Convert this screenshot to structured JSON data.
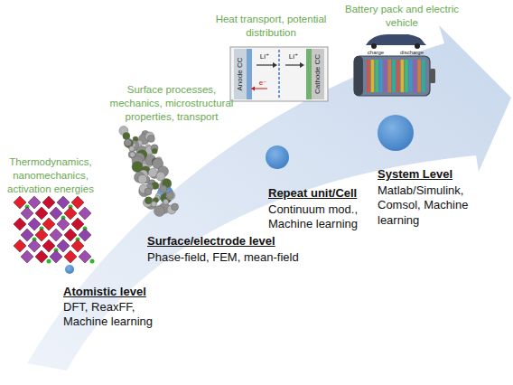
{
  "diagram": {
    "labels": [
      "Thermodynamics, nanomechanics, activation energies",
      "Atomistic level",
      "DFT, ReaxFF, Machine learning",
      "Surface processes, mechanics, microstructural properties, transport",
      "Surface/electrode level",
      "Phase-field, FEM, mean-field",
      "Heat transport, potential distribution",
      "Anode CC",
      "Cathode CC",
      "Li⁺",
      "Li⁺",
      "e⁻",
      "Repeat unit/Cell",
      "Continuum mod., Machine learning",
      "Battery pack and electric vehicle",
      "charge",
      "discharge",
      "System Level",
      "Matlab/Simulink, Comsol, Machine learning"
    ]
  }
}
